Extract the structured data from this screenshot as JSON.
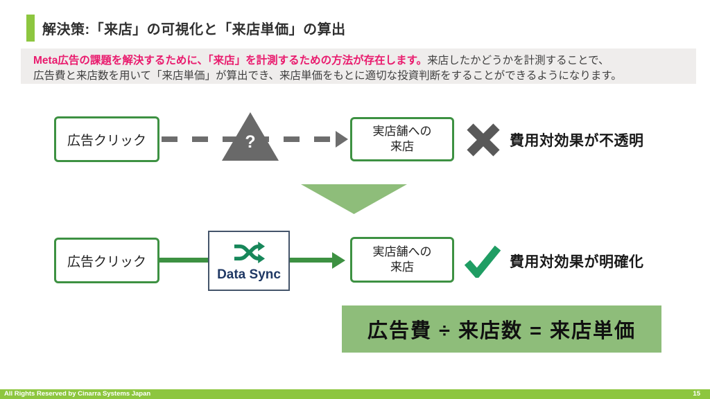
{
  "slide": {
    "title": "解決策:「来店」の可視化と「来店単価」の算出",
    "lead": {
      "highlight": "Meta広告の課題を解決するために、「来店」を計測するための方法が存在します。",
      "rest_line1": "来店したかどうかを計測することで、",
      "rest_line2": "広告費と来店数を用いて「来店単価」が算出でき、来店単価をもとに適切な投資判断をすることができるようになります。"
    },
    "diagram": {
      "before": {
        "source": "広告クリック",
        "question_mark": "?",
        "target_line1": "実店舗への",
        "target_line2": "来店",
        "result": "費用対効果が不透明"
      },
      "after": {
        "source": "広告クリック",
        "connector_label": "Data Sync",
        "target_line1": "実店舗への",
        "target_line2": "来店",
        "result": "費用対効果が明確化"
      }
    },
    "formula": "広告費 ÷ 来店数 = 来店単価",
    "footer": {
      "copyright": "All Rights Reserved by Cinarra Systems Japan",
      "page_number": "15"
    },
    "colors": {
      "accent_green": "#8dc63f",
      "box_border_green": "#3d9142",
      "soft_green": "#8ebd7a",
      "icon_green": "#1f9d63",
      "shuffle_green": "#17875a",
      "gray": "#6d6d6d",
      "dark_gray": "#595959",
      "triangle_gray": "#696969",
      "navy": "#1f3864",
      "navy_border": "#44546a",
      "highlight_pink": "#e91a6d",
      "lead_bg": "#efedec"
    }
  }
}
